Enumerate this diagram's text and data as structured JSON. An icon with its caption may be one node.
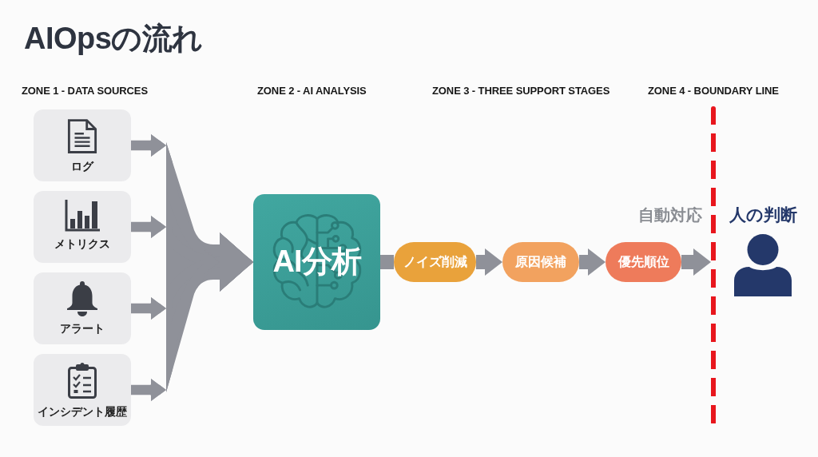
{
  "diagram": {
    "title": "AIOpsの流れ",
    "nodes": [
      {
        "text": [
          "ログ"
        ]
      },
      {
        "text": [
          "メトリクス"
        ]
      },
      {
        "text": [
          "アラート"
        ]
      },
      {
        "text": [
          "インシデント履歴"
        ]
      },
      {
        "text": [
          "AI分析"
        ]
      },
      {
        "text": [
          "ノイズ削減"
        ]
      },
      {
        "text": [
          "原因候補"
        ]
      },
      {
        "text": [
          "優先順位"
        ]
      },
      {
        "text": [
          "人の判断"
        ]
      },
      {
        "text": [],
        "shape": "line"
      }
    ],
    "edges": [
      {
        "from": 0,
        "to": 4,
        "arrow": "to"
      },
      {
        "from": 1,
        "to": 4,
        "arrow": "to"
      },
      {
        "from": 2,
        "to": 4,
        "arrow": "to"
      },
      {
        "from": 3,
        "to": 4,
        "arrow": "to"
      },
      {
        "from": 4,
        "to": 5,
        "arrow": "none"
      },
      {
        "from": 5,
        "to": 6,
        "arrow": "to"
      },
      {
        "from": 6,
        "to": 7,
        "arrow": "to"
      },
      {
        "from": 7,
        "to": 9,
        "arrow": "to"
      }
    ],
    "labels": [
      "ZONE 1 - DATA SOURCES",
      "ZONE 2 - AI ANALYSIS",
      "ZONE 3 - THREE SUPPORT STAGES",
      "ZONE 4 - BOUNDARY LINE",
      "自動対応"
    ]
  }
}
